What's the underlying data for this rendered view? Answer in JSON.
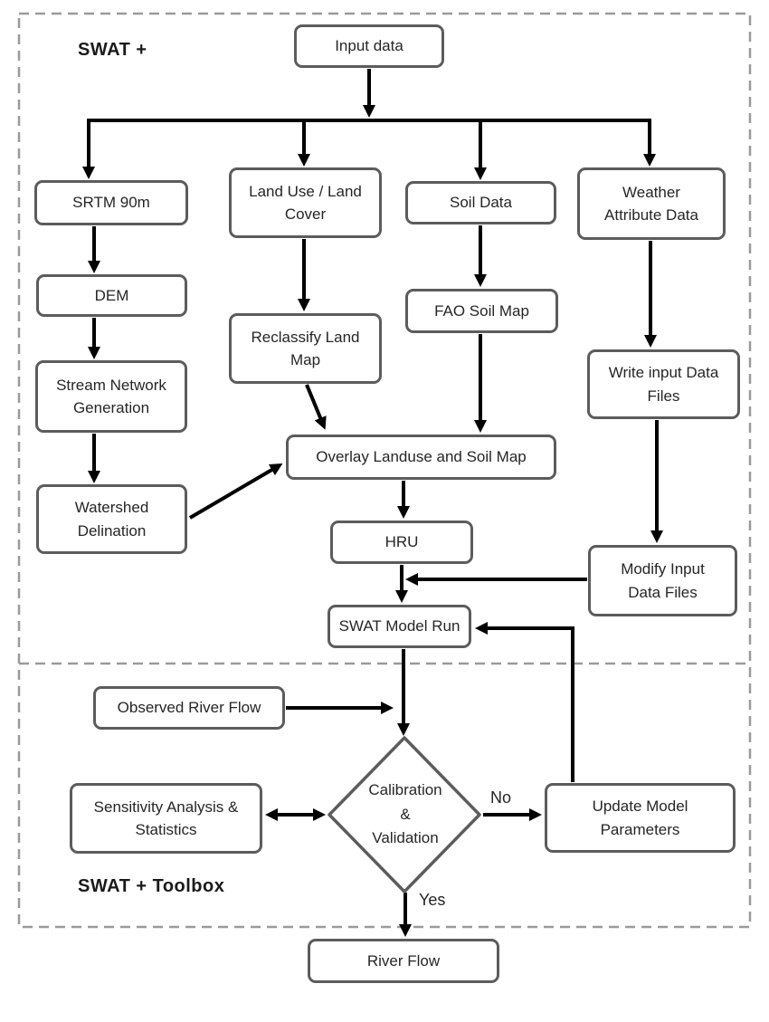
{
  "regions": {
    "swat_plus": "SWAT +",
    "swat_toolbox": "SWAT + Toolbox"
  },
  "nodes": {
    "input_data": {
      "label": "Input data"
    },
    "srtm": {
      "label": "SRTM 90m"
    },
    "land_use": {
      "label": "Land Use / Land\nCover"
    },
    "soil_data": {
      "label": "Soil Data"
    },
    "weather": {
      "label": "Weather\nAttribute Data"
    },
    "dem": {
      "label": "DEM"
    },
    "reclassify": {
      "label": "Reclassify Land\nMap"
    },
    "fao": {
      "label": "FAO Soil Map"
    },
    "write_input": {
      "label": "Write input Data\nFiles"
    },
    "stream_network": {
      "label": "Stream Network\nGeneration"
    },
    "overlay": {
      "label": "Overlay Landuse and Soil Map"
    },
    "watershed": {
      "label": "Watershed\nDelination"
    },
    "hru": {
      "label": "HRU"
    },
    "modify_input": {
      "label": "Modify Input\nData Files"
    },
    "swat_run": {
      "label": "SWAT Model Run"
    },
    "observed": {
      "label": "Observed River Flow"
    },
    "calibration": {
      "label": "Calibration\n&\nValidation"
    },
    "sensitivity": {
      "label": "Sensitivity Analysis &\nStatistics"
    },
    "update_params": {
      "label": "Update Model\nParameters"
    },
    "river_flow": {
      "label": "River Flow"
    }
  },
  "edge_labels": {
    "no": "No",
    "yes": "Yes"
  },
  "colors": {
    "box_border": "#5c5c5c",
    "arrow": "#000000",
    "dashed_border": "#9a9a9a",
    "text": "#262626",
    "background": "#ffffff"
  }
}
